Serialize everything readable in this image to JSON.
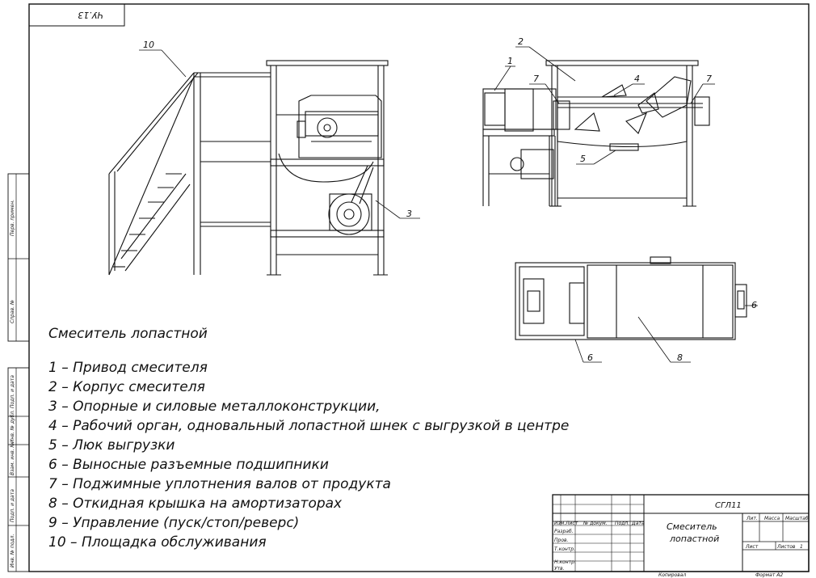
{
  "sheet": {
    "corner_stamp": "ЧУ.13",
    "format_label": "Копировал",
    "size_label": "Формат  А2"
  },
  "side_stamp": [
    "Подп. и дата",
    "Инв. № дубл.",
    "Взам. инв. №",
    "Подп. и дата",
    "Инв. № подл.",
    "Справ. №",
    "Перв. примен."
  ],
  "drawing": {
    "callouts": [
      "1",
      "2",
      "3",
      "4",
      "5",
      "6",
      "6",
      "7",
      "7",
      "8",
      "10"
    ]
  },
  "legend": {
    "title": "Смеситель лопастной",
    "items": [
      "1 – Привод смесителя",
      "2 – Корпус смесителя",
      "3 – Опорные и силовые металлоконструкции,",
      "4 – Рабочий орган, одновальный лопастной шнек с выгрузкой в центре",
      "5 – Люк выгрузки",
      "6 – Выносные разъемные подшипники",
      "7 – Поджимные уплотнения валов от продукта",
      "8 – Откидная крышка на амортизаторах",
      "9 – Управление (пуск/стоп/реверс)",
      "10 – Площадка обслуживания"
    ]
  },
  "title_block": {
    "code": "СГЛ11",
    "name_line1": "Смеситель",
    "name_line2": "лопастной",
    "col_headers": [
      "Изм.",
      "Лист",
      "№ докум.",
      "Подп.",
      "Дата"
    ],
    "row_labels": [
      "Разраб.",
      "Пров.",
      "Т.контр.",
      "",
      "Н.контр.",
      "Утв."
    ],
    "lit_header": "Лит.",
    "mass_header": "Масса",
    "scale_header": "Масштаб",
    "sheet_label": "Лист",
    "sheets_label": "Листов",
    "sheets_value": "1"
  }
}
